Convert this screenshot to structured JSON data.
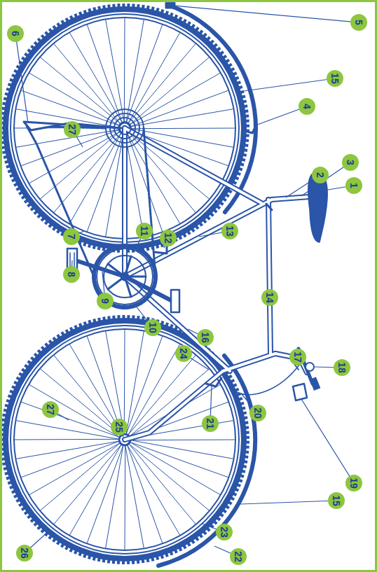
{
  "diagram": {
    "nodes": [
      {
        "text": [
          "1"
        ]
      },
      {
        "text": [
          "2"
        ]
      },
      {
        "text": [
          "3"
        ]
      },
      {
        "text": [
          "4"
        ]
      },
      {
        "text": [
          "5"
        ]
      },
      {
        "text": [
          "6"
        ]
      },
      {
        "text": [
          "7"
        ]
      },
      {
        "text": [
          "8"
        ]
      },
      {
        "text": [
          "9"
        ]
      },
      {
        "text": [
          "10"
        ]
      },
      {
        "text": [
          "11"
        ]
      },
      {
        "text": [
          "12"
        ]
      },
      {
        "text": [
          "13"
        ]
      },
      {
        "text": [
          "14"
        ]
      },
      {
        "text": [
          "15"
        ]
      },
      {
        "text": [
          "15"
        ]
      },
      {
        "text": [
          "16"
        ]
      },
      {
        "text": [
          "17"
        ]
      },
      {
        "text": [
          "18"
        ]
      },
      {
        "text": [
          "19"
        ]
      },
      {
        "text": [
          "20"
        ]
      },
      {
        "text": [
          "21"
        ]
      },
      {
        "text": [
          "22"
        ]
      },
      {
        "text": [
          "23"
        ]
      },
      {
        "text": [
          "24"
        ]
      },
      {
        "text": [
          "25"
        ]
      },
      {
        "text": [
          "26"
        ]
      },
      {
        "text": [
          "27"
        ]
      },
      {
        "text": [
          "27"
        ]
      }
    ]
  }
}
